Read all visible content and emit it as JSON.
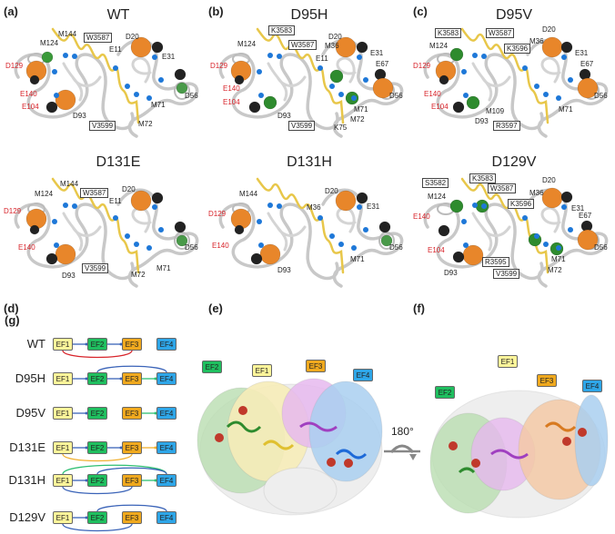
{
  "panels": [
    {
      "id": "(a)",
      "title": "WT",
      "labels": [
        {
          "text": "M144"
        },
        {
          "text": "W3587",
          "boxed": true
        },
        {
          "text": "M124"
        },
        {
          "text": "D129",
          "red": true
        },
        {
          "text": "E11"
        },
        {
          "text": "D20"
        },
        {
          "text": "E31"
        },
        {
          "text": "E140",
          "red": true
        },
        {
          "text": "E104",
          "red": true
        },
        {
          "text": "D93"
        },
        {
          "text": "D56"
        },
        {
          "text": "M71"
        },
        {
          "text": "M72"
        },
        {
          "text": "V3599",
          "boxed": true
        }
      ]
    },
    {
      "id": "(b)",
      "title": "D95H",
      "labels": [
        {
          "text": "K3583",
          "boxed": true
        },
        {
          "text": "W3587",
          "boxed": true
        },
        {
          "text": "M124"
        },
        {
          "text": "D129",
          "red": true
        },
        {
          "text": "M36"
        },
        {
          "text": "D20"
        },
        {
          "text": "E31"
        },
        {
          "text": "E11"
        },
        {
          "text": "E67"
        },
        {
          "text": "E140",
          "red": true
        },
        {
          "text": "E104",
          "red": true
        },
        {
          "text": "D93"
        },
        {
          "text": "D56"
        },
        {
          "text": "M71"
        },
        {
          "text": "M72"
        },
        {
          "text": "V3599",
          "boxed": true
        },
        {
          "text": "K75"
        }
      ]
    },
    {
      "id": "(c)",
      "title": "D95V",
      "labels": [
        {
          "text": "K3583",
          "boxed": true
        },
        {
          "text": "W3587",
          "boxed": true
        },
        {
          "text": "M124"
        },
        {
          "text": "D20"
        },
        {
          "text": "M36"
        },
        {
          "text": "K3596",
          "boxed": true
        },
        {
          "text": "E31"
        },
        {
          "text": "E67"
        },
        {
          "text": "D129",
          "red": true
        },
        {
          "text": "E140",
          "red": true
        },
        {
          "text": "E104",
          "red": true
        },
        {
          "text": "M109"
        },
        {
          "text": "D93"
        },
        {
          "text": "R3597",
          "boxed": true
        },
        {
          "text": "D56"
        },
        {
          "text": "M71"
        }
      ]
    },
    {
      "id": "(d)",
      "title": "D131E",
      "labels": [
        {
          "text": "M144"
        },
        {
          "text": "W3587",
          "boxed": true
        },
        {
          "text": "M124"
        },
        {
          "text": "D129",
          "red": true
        },
        {
          "text": "E11"
        },
        {
          "text": "D20"
        },
        {
          "text": "E140",
          "red": true
        },
        {
          "text": "V3599",
          "boxed": true
        },
        {
          "text": "D93"
        },
        {
          "text": "M72"
        },
        {
          "text": "M71"
        },
        {
          "text": "D56"
        }
      ]
    },
    {
      "id": "(e)",
      "title": "D131H",
      "labels": [
        {
          "text": "M144"
        },
        {
          "text": "D129",
          "red": true
        },
        {
          "text": "D20"
        },
        {
          "text": "M36"
        },
        {
          "text": "E31"
        },
        {
          "text": "E140",
          "red": true
        },
        {
          "text": "D93"
        },
        {
          "text": "M71"
        },
        {
          "text": "D56"
        }
      ]
    },
    {
      "id": "(f)",
      "title": "D129V",
      "labels": [
        {
          "text": "S3582",
          "boxed": true
        },
        {
          "text": "K3583",
          "boxed": true
        },
        {
          "text": "W3587",
          "boxed": true
        },
        {
          "text": "M124"
        },
        {
          "text": "D20"
        },
        {
          "text": "M36"
        },
        {
          "text": "K3596",
          "boxed": true
        },
        {
          "text": "E31"
        },
        {
          "text": "E67"
        },
        {
          "text": "E140",
          "red": true
        },
        {
          "text": "E104",
          "red": true
        },
        {
          "text": "D56"
        },
        {
          "text": "R3595",
          "boxed": true
        },
        {
          "text": "M71"
        },
        {
          "text": "M72"
        },
        {
          "text": "V3599",
          "boxed": true
        },
        {
          "text": "D93"
        }
      ]
    }
  ],
  "network": {
    "id": "(g)",
    "domains": [
      {
        "label": "EF1",
        "color": "#fdf59a"
      },
      {
        "label": "EF2",
        "color": "#1fbf5f"
      },
      {
        "label": "EF3",
        "color": "#f0a91e"
      },
      {
        "label": "EF4",
        "color": "#2ea6e8"
      }
    ],
    "link_colors": {
      "blue": "#3a63b8",
      "red": "#d8232a",
      "green": "#2fbf72",
      "orange": "#f0b030"
    },
    "rows": [
      {
        "name": "WT",
        "links": [
          {
            "from": 0,
            "to": 1,
            "color": "blue",
            "type": "arrow"
          },
          {
            "from": 1,
            "to": 2,
            "color": "blue",
            "type": "arrow"
          },
          {
            "from": 0,
            "to": 2,
            "color": "red",
            "type": "arc-below"
          }
        ]
      },
      {
        "name": "D95H",
        "links": [
          {
            "from": 0,
            "to": 1,
            "color": "blue",
            "type": "arrow"
          },
          {
            "from": 1,
            "to": 2,
            "color": "blue",
            "type": "arrow"
          },
          {
            "from": 2,
            "to": 3,
            "color": "green",
            "type": "arrow"
          },
          {
            "from": 1,
            "to": 3,
            "color": "blue",
            "type": "arc-above"
          }
        ]
      },
      {
        "name": "D95V",
        "links": [
          {
            "from": 0,
            "to": 1,
            "color": "blue",
            "type": "arrow"
          },
          {
            "from": 2,
            "to": 3,
            "color": "green",
            "type": "arrow"
          }
        ]
      },
      {
        "name": "D131E",
        "links": [
          {
            "from": 0,
            "to": 1,
            "color": "blue",
            "type": "arrow"
          },
          {
            "from": 1,
            "to": 2,
            "color": "blue",
            "type": "arrow"
          },
          {
            "from": 2,
            "to": 3,
            "color": "orange",
            "type": "arrow"
          },
          {
            "from": 0,
            "to": 2,
            "color": "orange",
            "type": "arc-below"
          }
        ]
      },
      {
        "name": "D131H",
        "links": [
          {
            "from": 0,
            "to": 1,
            "color": "blue",
            "type": "arrow"
          },
          {
            "from": 2,
            "to": 3,
            "color": "green",
            "type": "arrow"
          },
          {
            "from": 0,
            "to": 3,
            "color": "green",
            "type": "arc-above"
          },
          {
            "from": 1,
            "to": 3,
            "color": "blue",
            "type": "arc-above"
          },
          {
            "from": 0,
            "to": 2,
            "color": "blue",
            "type": "arc-below"
          }
        ]
      },
      {
        "name": "D129V",
        "links": [
          {
            "from": 0,
            "to": 1,
            "color": "blue",
            "type": "arrow"
          },
          {
            "from": 1,
            "to": 3,
            "color": "blue",
            "type": "arc-above"
          },
          {
            "from": 0,
            "to": 2,
            "color": "blue",
            "type": "arc-below"
          }
        ]
      }
    ]
  },
  "surface": {
    "left_labels": [
      "EF2",
      "EF1",
      "EF3",
      "EF4"
    ],
    "right_labels": [
      "EF1",
      "EF2",
      "EF3",
      "EF4"
    ],
    "rotation": "180°"
  }
}
